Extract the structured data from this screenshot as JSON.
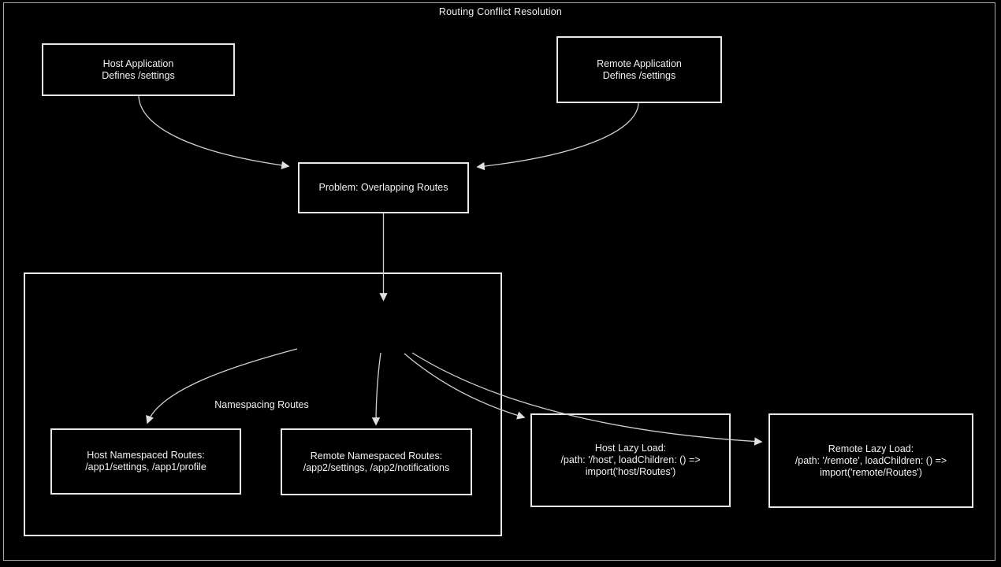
{
  "diagram": {
    "title": "Routing Conflict Resolution",
    "cluster_label": "Namespacing Routes",
    "nodes": {
      "host_app": {
        "lines": [
          "Host Application",
          "Defines /settings"
        ]
      },
      "remote_app": {
        "lines": [
          "Remote Application",
          "Defines /settings"
        ]
      },
      "problem": {
        "lines": [
          "Problem: Overlapping Routes"
        ]
      },
      "host_ns": {
        "lines": [
          "Host Namespaced Routes:",
          "/app1/settings, /app1/profile"
        ]
      },
      "remote_ns": {
        "lines": [
          "Remote Namespaced Routes:",
          "/app2/settings, /app2/notifications"
        ]
      },
      "host_lazy": {
        "lines": [
          "Host Lazy Load:",
          "/path: '/host', loadChildren: () =>",
          "import('host/Routes')"
        ]
      },
      "remote_lazy": {
        "lines": [
          "Remote Lazy Load:",
          "/path: '/remote', loadChildren: () =>",
          "import('remote/Routes')"
        ]
      }
    },
    "colors": {
      "background": "#000000",
      "node_border": "#e8e8e8",
      "edge": "#d0d0d0",
      "text": "#f2f2f2",
      "outer_border": "#aaaaaa"
    }
  }
}
